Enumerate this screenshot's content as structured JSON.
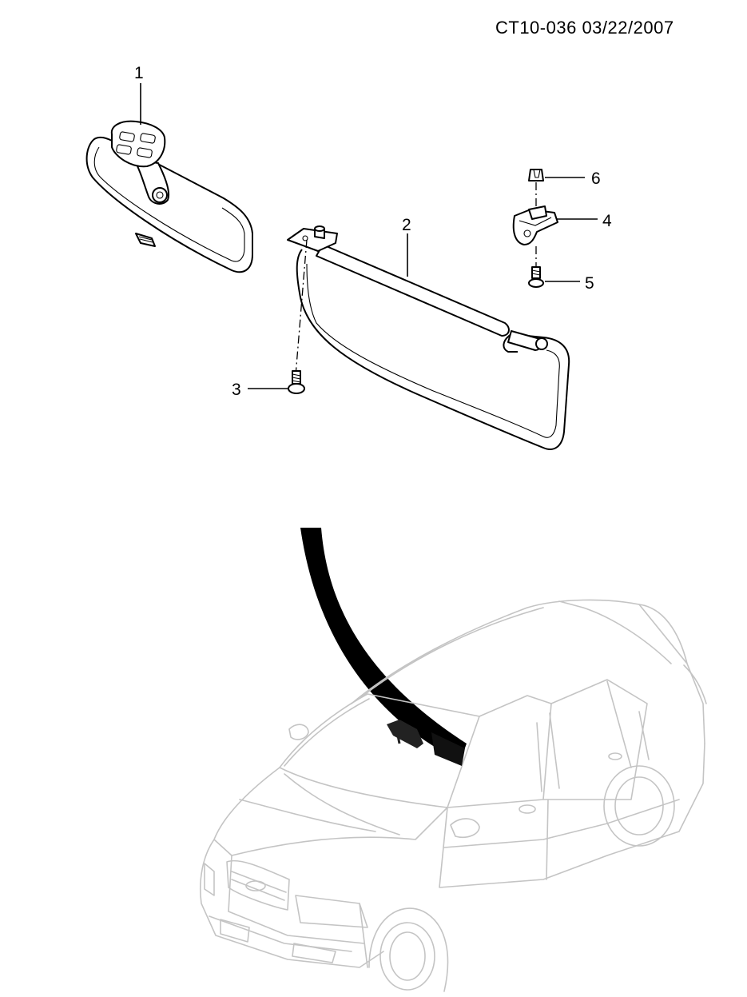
{
  "header": {
    "reference": "CT10-036  03/22/2007"
  },
  "callouts": [
    {
      "label": "1",
      "part": "interior-rearview-mirror"
    },
    {
      "label": "2",
      "part": "sun-visor"
    },
    {
      "label": "3",
      "part": "visor-mounting-screw"
    },
    {
      "label": "4",
      "part": "visor-retainer-clip"
    },
    {
      "label": "5",
      "part": "retainer-screw"
    },
    {
      "label": "6",
      "part": "retainer-cap"
    }
  ],
  "colors": {
    "line": "#000000",
    "vehicle_outline": "#c4c4c4",
    "background": "#ffffff"
  }
}
